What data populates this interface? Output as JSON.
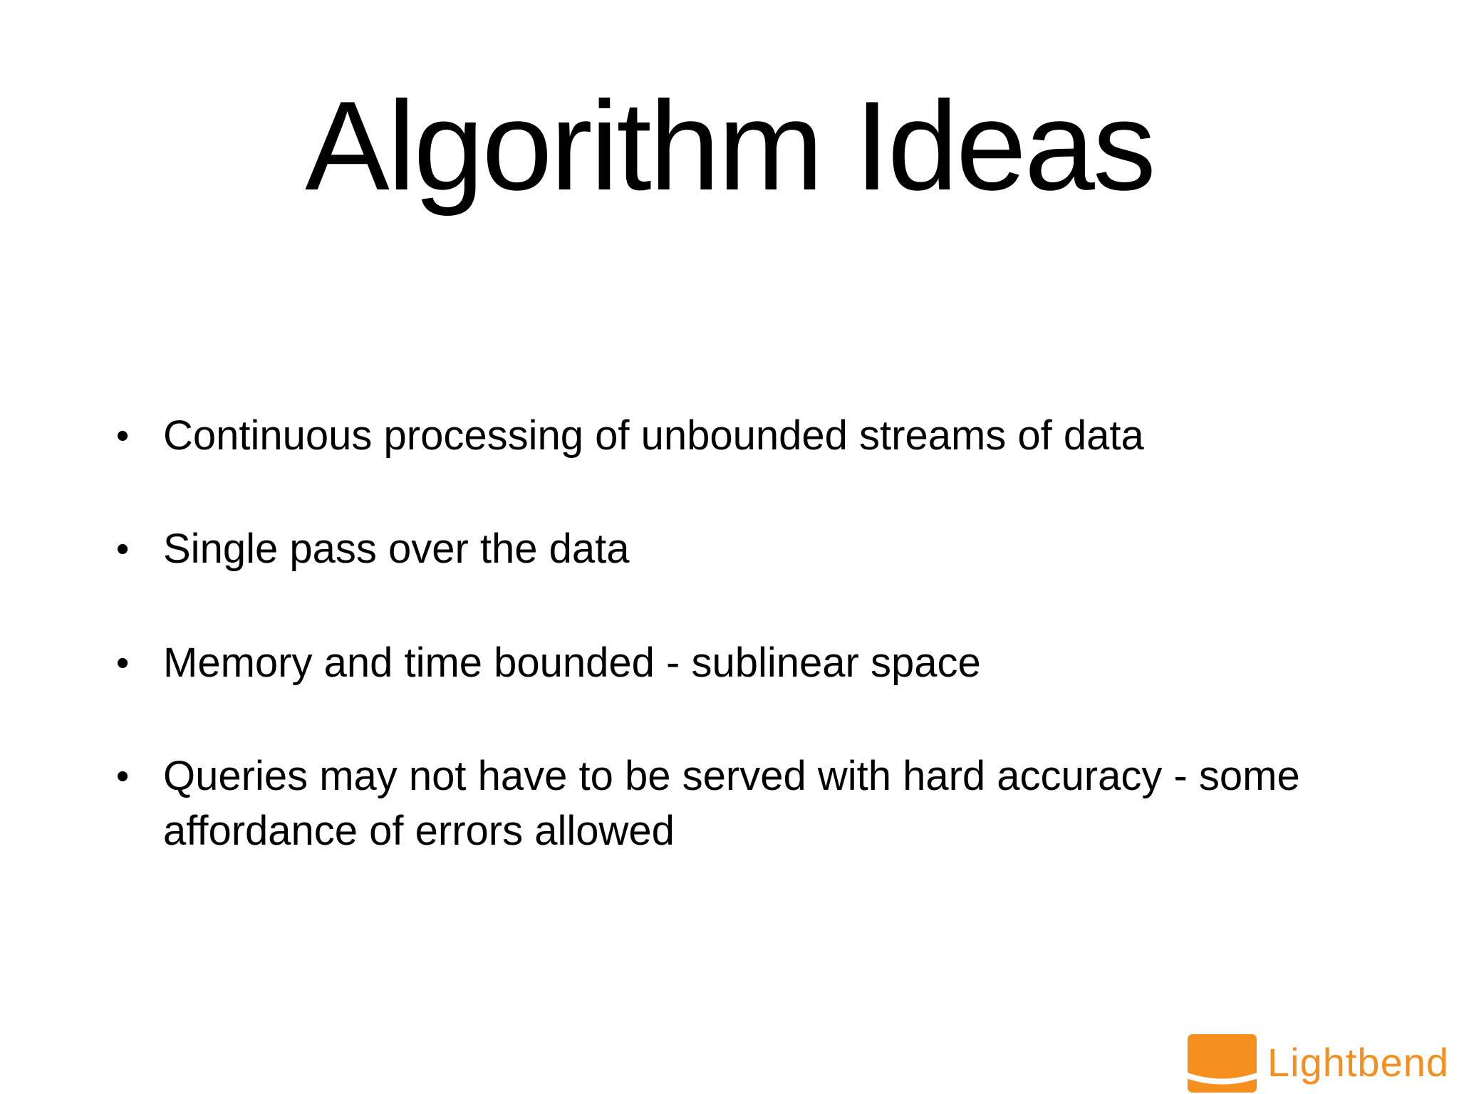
{
  "slide": {
    "title": "Algorithm Ideas",
    "bullets": [
      "Continuous processing of unbounded streams of data",
      "Single pass over the data",
      "Memory and time bounded - sublinear space",
      "Queries may not have to be served with hard accuracy - some affordance of errors allowed"
    ],
    "bullet_glyph": "•"
  },
  "footer": {
    "logo_text": "Lightbend"
  },
  "colors": {
    "background": "#FFFFFF",
    "text": "#000000",
    "brand_orange": "#F5901E"
  }
}
